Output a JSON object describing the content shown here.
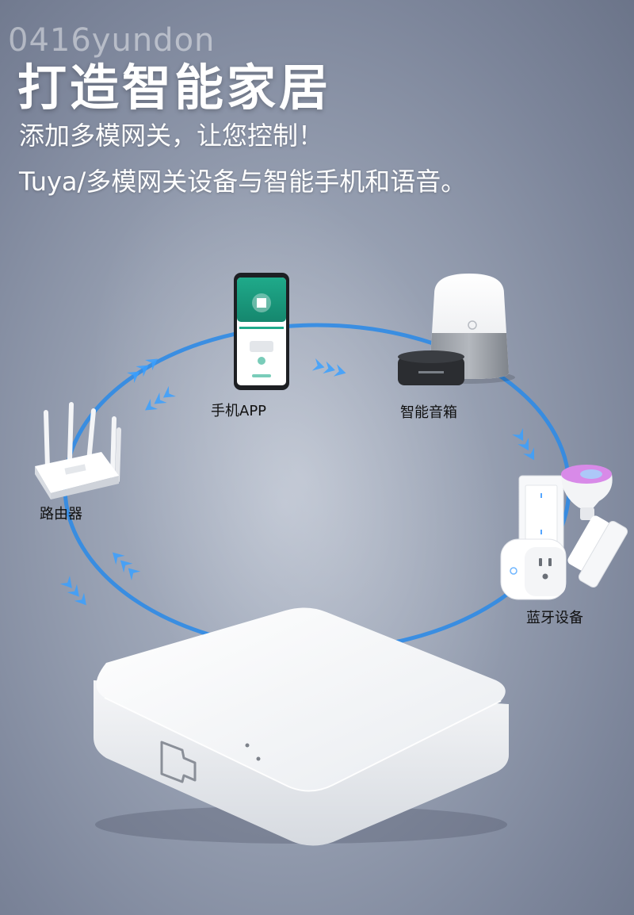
{
  "watermark": "0416yundon",
  "title": "打造智能家居",
  "subtitle": "添加多模网关，让您控制！",
  "description": "Tuya/多模网关设备与智能手机和语音。",
  "labels": {
    "phone": "手机APP",
    "speaker": "智能音箱",
    "router": "路由器",
    "bluetooth": "蓝牙设备"
  },
  "colors": {
    "ring": "#2f8be6",
    "arrow": "#3aa0ff",
    "app_green": "#1faa8a"
  },
  "icons": [
    "smartphone-icon",
    "smart-speaker-icon",
    "router-icon",
    "bluetooth-devices-icon",
    "gateway-hub-icon",
    "chevron-arrow-icon"
  ]
}
